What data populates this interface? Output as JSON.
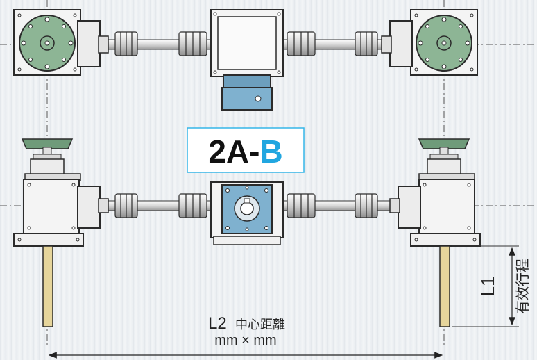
{
  "config_label": {
    "prefix": "2A-",
    "suffix": "B"
  },
  "dimensions": {
    "l1": {
      "label": "L1",
      "desc": "有效行程"
    },
    "l2": {
      "label": "L2",
      "desc": "中心距離",
      "units": "mm × mm"
    }
  },
  "colors": {
    "background": "#eef1f4",
    "housing": "#f4f4f4",
    "outline": "#2b2b2b",
    "worm_wheel": "#8db595",
    "handwheel": "#6f9b7a",
    "blue_part": "#7fb1cf",
    "screw": "#e6d59b",
    "accent": "#21a6e0",
    "label_border": "#35b6e8"
  }
}
